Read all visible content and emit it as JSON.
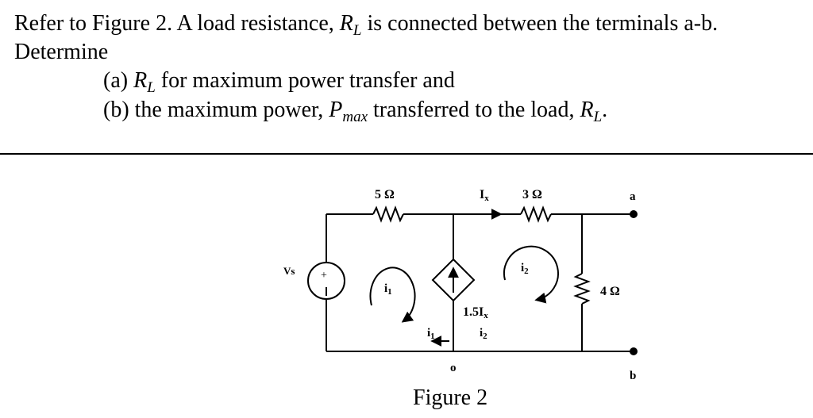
{
  "question": {
    "line1_pre": "Refer to Figure 2. A load resistance, ",
    "r_sym": "R",
    "r_sub": "L",
    "line1_post": " is connected between the terminals a-b.",
    "line2": "Determine",
    "part_a_pre": "(a) ",
    "part_a_post": " for maximum power transfer and",
    "part_b_pre": "(b) the maximum power, ",
    "p_sym": "P",
    "p_sub": "max",
    "part_b_mid": " transferred to the load, ",
    "part_b_end": "."
  },
  "figure": {
    "caption": "Figure 2",
    "labels": {
      "r1": "5 Ω",
      "r2": "3 Ω",
      "r3": "4 Ω",
      "ix": "I",
      "ix_sub": "x",
      "dep_source": "1.5I",
      "dep_source_sub": "x",
      "node_a": "a",
      "node_b": "b",
      "node_o": "o",
      "vs": "Vs",
      "plus": "+",
      "mesh1": "i",
      "mesh1_sub": "1",
      "mesh2": "i",
      "mesh2_sub": "2",
      "branch_i1": "i",
      "branch_i1_sub": "1",
      "branch_i2": "i",
      "branch_i2_sub": "2"
    }
  }
}
